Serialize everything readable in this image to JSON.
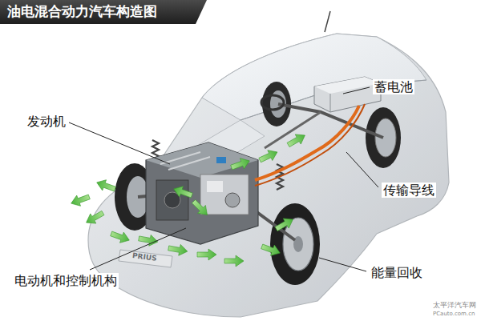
{
  "diagram": {
    "title": "油电混合动力汽车构造图",
    "labels": [
      "发动机",
      "蓄电池",
      "传输导线",
      "电动机和控制机构",
      "能量回收",
      "PRIUS",
      "太平洋汽车网",
      "PCauto.com.cn"
    ]
  }
}
